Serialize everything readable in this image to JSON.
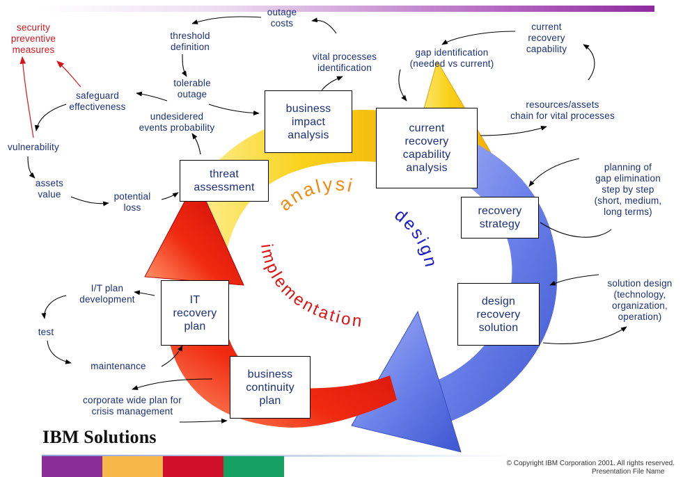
{
  "boxes": {
    "business_impact_analysis": "business\nimpact\nanalysis",
    "current_recovery_capability_analysis": "current\nrecovery\ncapability\nanalysis",
    "threat_assessment": "threat\nassessment",
    "recovery_strategy": "recovery\nstrategy",
    "design_recovery_solution": "design\nrecovery\nsolution",
    "it_recovery_plan": "IT\nrecovery\nplan",
    "business_continuity_plan": "business\ncontinuity\nplan"
  },
  "labels": {
    "outage_costs": "outage\ncosts",
    "threshold_definition": "threshold\ndefinition",
    "tolerable_outage": "tolerable\noutage",
    "vital_processes_identification": "vital processes\nidentification",
    "gap_identification": "gap identification\n(needed vs current)",
    "current_recovery_capability": "current\nrecovery\ncapability",
    "resources_assets_chain": "resources/assets\nchain for vital processes",
    "planning_gap_elimination": "planning of\ngap elimination\nstep by step\n(short, medium,\nlong terms)",
    "solution_design": "solution design\n(technology,\norganization,\noperation)",
    "security_preventive_measures": "security\npreventive\nmeasures",
    "safeguard_effectiveness": "safeguard\neffectiveness",
    "undesidered_events_probability": "undesidered\nevents probability",
    "vulnerability": "vulnerability",
    "assets_value": "assets\nvalue",
    "potential_loss": "potential\nloss",
    "it_plan_development": "I/T plan\ndevelopment",
    "test": "test",
    "maintenance": "maintenance",
    "corporate_wide_plan": "corporate wide plan for\ncrisis management"
  },
  "phases": {
    "analysis": "analysis",
    "design": "design",
    "implementation": "implementation"
  },
  "colors": {
    "analysis_arc": "#f6c800",
    "design_arc": "#6f86e8",
    "implementation_arc": "#e01010",
    "text_blue": "#1a2f7c",
    "text_red": "#d7141a",
    "phase_orange": "#f08a10",
    "phase_blue": "#1a1acc",
    "phase_red": "#e01010"
  },
  "footer": {
    "title": "IBM Solutions",
    "copyright": "© Copyright IBM Corporation 2001.  All rights reserved.",
    "file_name": "Presentation File Name",
    "colors": [
      "#8a2d96",
      "#f7b84a",
      "#d0102a",
      "#14a060"
    ]
  }
}
